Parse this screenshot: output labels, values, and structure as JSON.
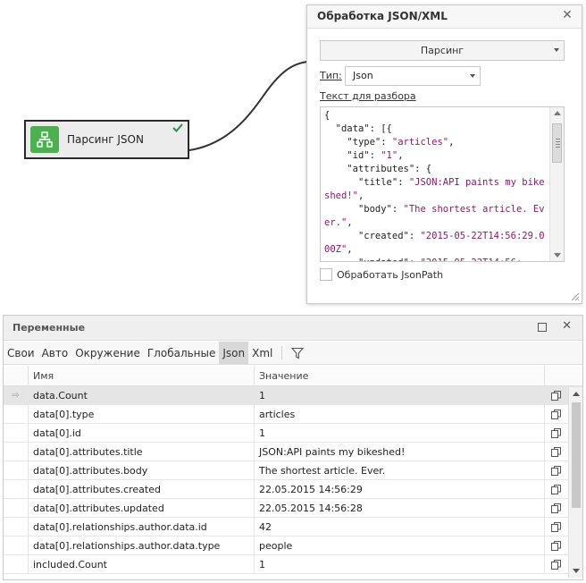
{
  "node": {
    "label": "Парсинг JSON",
    "icon": "sitemap-icon",
    "status_icon": "check-icon",
    "accent": "#4caf50",
    "check_color": "#2e8b57"
  },
  "dialog": {
    "title": "Обработка JSON/XML",
    "mode": "Парсинг",
    "type_label": "Тип:",
    "type_value": "Json",
    "text_label": "Текст для разбора",
    "checkbox_label": "Обработать JsonPath"
  },
  "variables": {
    "title": "Переменные",
    "tabs": [
      "Свои",
      "Авто",
      "Окружение",
      "Глобальные",
      "Json",
      "Xml"
    ],
    "active_tab": "Json",
    "columns": {
      "name": "Имя",
      "value": "Значение"
    },
    "rows": [
      {
        "name": "data.Count",
        "value": "1"
      },
      {
        "name": "data[0].type",
        "value": "articles"
      },
      {
        "name": "data[0].id",
        "value": "1"
      },
      {
        "name": "data[0].attributes.title",
        "value": "JSON:API paints my bikeshed!"
      },
      {
        "name": "data[0].attributes.body",
        "value": "The shortest article. Ever."
      },
      {
        "name": "data[0].attributes.created",
        "value": "22.05.2015 14:56:29"
      },
      {
        "name": "data[0].attributes.updated",
        "value": "22.05.2015 14:56:28"
      },
      {
        "name": "data[0].relationships.author.data.id",
        "value": "42"
      },
      {
        "name": "data[0].relationships.author.data.type",
        "value": "people"
      },
      {
        "name": "included.Count",
        "value": "1"
      }
    ]
  }
}
